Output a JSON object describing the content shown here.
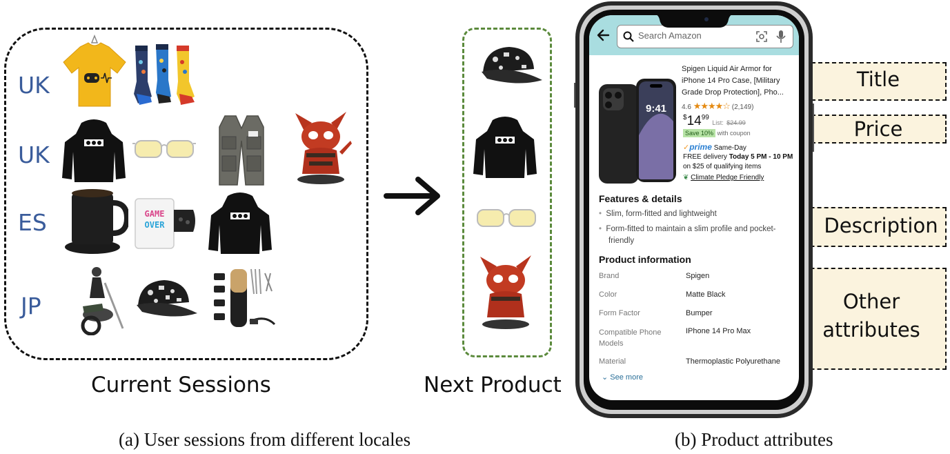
{
  "panel_a": {
    "locales": [
      "UK",
      "UK",
      "ES",
      "JP"
    ],
    "sessions_label": "Current Sessions",
    "next_label": "Next Product",
    "caption": "(a) User sessions from different locales"
  },
  "panel_b": {
    "caption": "(b) Product attributes",
    "search_placeholder": "Search Amazon",
    "product": {
      "title": "Spigen Liquid Air Armor for iPhone 14 Pro Case, [Military Grade Drop Protection], Pho...",
      "rating": "4.6",
      "stars": 4.6,
      "review_count": "(2,149)",
      "price_dollars": "14",
      "price_cents": "99",
      "list_price_label": "List:",
      "list_price": "$24.99",
      "save_badge": "Save 10%",
      "coupon_text": "with coupon",
      "prime_label": "prime",
      "prime_speed": "Same-Day",
      "delivery_line1_prefix": "FREE delivery",
      "delivery_line1_bold": "Today 5 PM - 10 PM",
      "delivery_line2": "on $25 of qualifying items",
      "climate_label": "Climate Pledge Friendly",
      "screen_time": "9:41"
    },
    "features_heading": "Features & details",
    "features": [
      "Slim, form-fitted and lightweight",
      "Form-fitted to maintain a slim profile and pocket-friendly"
    ],
    "info_heading": "Product information",
    "attributes": [
      {
        "key": "Brand",
        "value": "Spigen"
      },
      {
        "key": "Color",
        "value": "Matte Black"
      },
      {
        "key": "Form Factor",
        "value": "Bumper"
      },
      {
        "key": "Compatible Phone Models",
        "value": "IPhone 14 Pro Max"
      },
      {
        "key": "Material",
        "value": "Thermoplastic Polyurethane"
      }
    ],
    "see_more": "See more",
    "labels": {
      "title": "Title",
      "price": "Price",
      "description": "Description",
      "other_line1": "Other",
      "other_line2": "attributes"
    }
  },
  "colors": {
    "locale_text": "#3a5c9b",
    "highlight_fill": "#fbf3de",
    "next_box_border": "#5b8a3c",
    "header_teal": "#a9dde0"
  }
}
